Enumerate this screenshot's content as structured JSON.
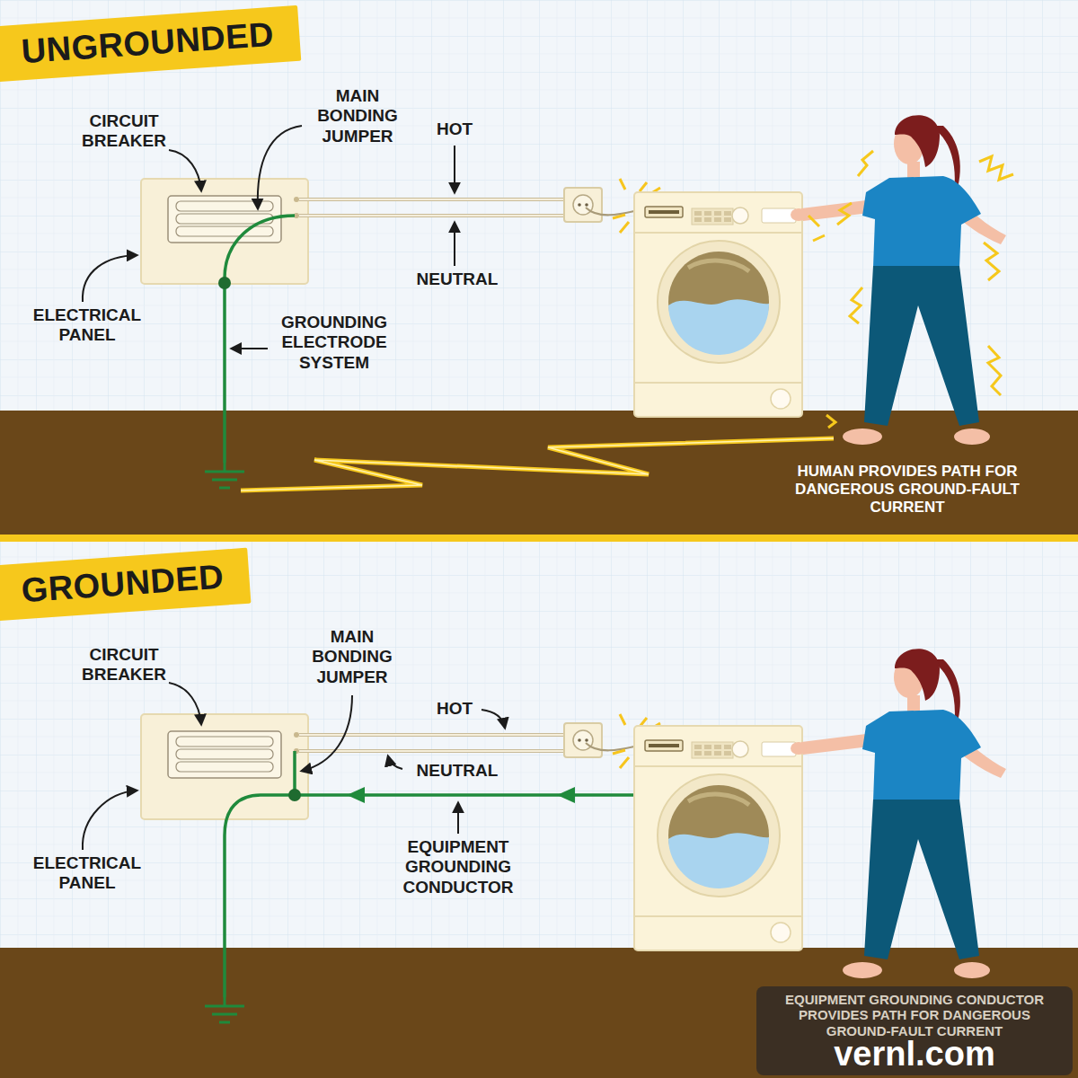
{
  "diagram": {
    "nodes": [
      {
        "text": [
          "UNGROUNDED"
        ]
      },
      {
        "text": [
          "GROUNDED"
        ]
      },
      {
        "text": [
          "EQUIPMENT GROUNDING CONDUCTOR PROVIDES PATH FOR DANGEROUS GROUND-FAULT CURRENT"
        ]
      }
    ],
    "labels": [
      "CIRCUIT BREAKER",
      "MAIN BONDING JUMPER",
      "HOT",
      "NEUTRAL",
      "ELECTRICAL PANEL",
      "GROUNDING ELECTRODE SYSTEM",
      "HUMAN PROVIDES PATH FOR DANGEROUS GROUND-FAULT CURRENT",
      "CIRCUIT BREAKER",
      "MAIN BONDING JUMPER",
      "HOT",
      "NEUTRAL",
      "ELECTRICAL PANEL",
      "EQUIPMENT GROUNDING CONDUCTOR",
      "vernl.com"
    ]
  }
}
